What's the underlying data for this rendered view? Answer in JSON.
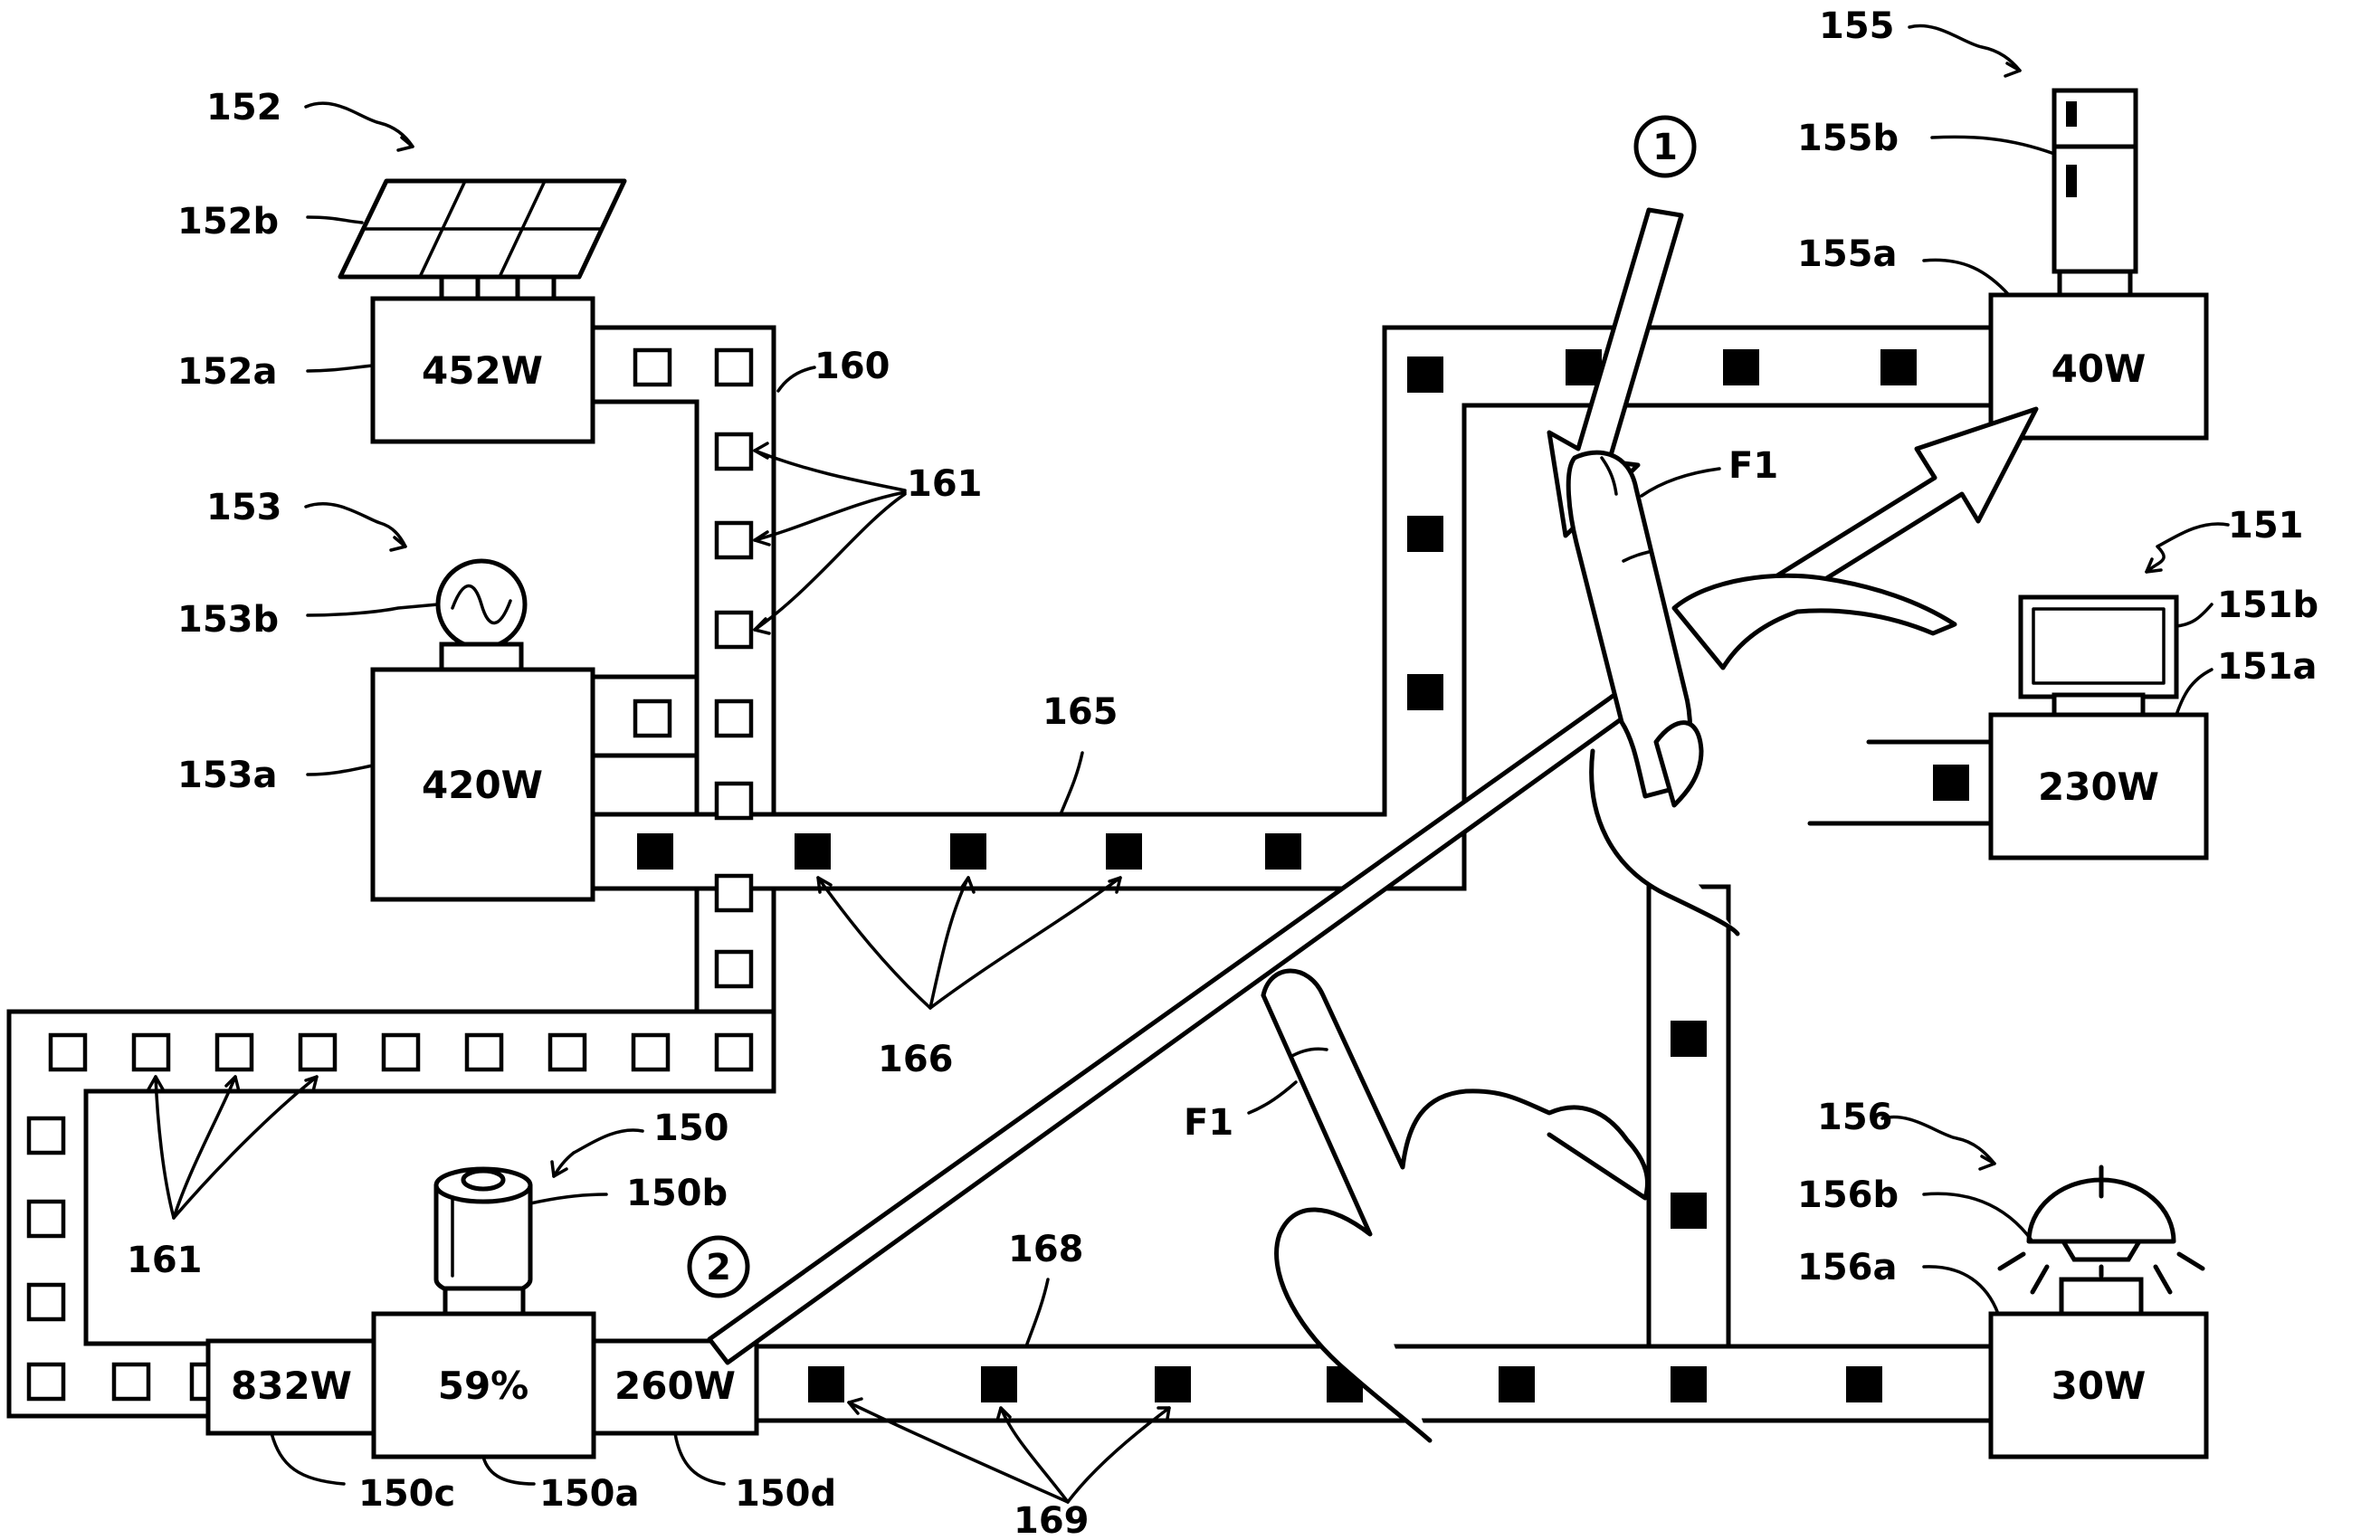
{
  "devices": {
    "battery": {
      "ref": "150",
      "ref_unit": "150a",
      "ref_icon": "150b",
      "ref_left": "150c",
      "ref_right": "150d",
      "value": "59%",
      "left_value": "832W",
      "right_value": "260W"
    },
    "pc": {
      "ref": "151",
      "ref_unit": "151a",
      "ref_icon": "151b",
      "value": "230W"
    },
    "solar": {
      "ref": "152",
      "ref_unit": "152a",
      "ref_icon": "152b",
      "value": "452W"
    },
    "generator": {
      "ref": "153",
      "ref_unit": "153a",
      "ref_icon": "153b",
      "value": "420W"
    },
    "fridge": {
      "ref": "155",
      "ref_unit": "155a",
      "ref_icon": "155b",
      "value": "40W"
    },
    "lamp": {
      "ref": "156",
      "ref_unit": "156a",
      "ref_icon": "156b",
      "value": "30W"
    }
  },
  "conduits": {
    "supply_line": {
      "ref": "160",
      "marker_ref": "161"
    },
    "middle_line": {
      "ref": "165",
      "marker_ref": "166"
    },
    "bottom_line": {
      "ref": "168",
      "marker_ref": "169"
    }
  },
  "gestures": {
    "finger_label": "F1",
    "step_one": "1",
    "step_two": "2"
  },
  "marker_style": {
    "supply": "hollow squares",
    "consumer": "filled squares"
  }
}
